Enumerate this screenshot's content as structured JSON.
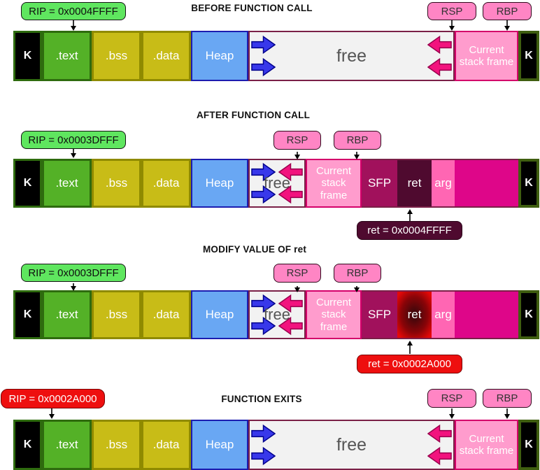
{
  "colors": {
    "rip_green": "#5fe65f",
    "register_pink": "#ff85c4",
    "ret_dark": "#4f0a2f",
    "alert_red": "#ee0f0f",
    "text_green": "#54b127",
    "bss_yellow": "#c8bc17",
    "heap_blue": "#69a7f3",
    "free_gray": "#f2f2f2",
    "stack_pink": "#ff9ccd",
    "sfp_magenta": "#a1115c",
    "arg_pink": "#ff66b3",
    "filler_magenta": "#de0689",
    "blue_arrow": "#3838ea",
    "pink_arrow": "#f2137e"
  },
  "sections": [
    {
      "title": "BEFORE FUNCTION CALL",
      "rip_label": "RIP = 0x0004FFFF",
      "rsp_label": "RSP",
      "rbp_label": "RBP",
      "segments": [
        {
          "kind": "kernel",
          "name": "kernel",
          "label": "K"
        },
        {
          "kind": "text",
          "name": "text",
          "label": ".text"
        },
        {
          "kind": "bss",
          "name": "bss",
          "label": ".bss"
        },
        {
          "kind": "data",
          "name": "data",
          "label": ".data"
        },
        {
          "kind": "heap",
          "name": "heap",
          "label": "Heap"
        },
        {
          "kind": "free-large",
          "name": "free",
          "label": "free"
        },
        {
          "kind": "stack-large",
          "name": "current-stack-frame",
          "label": "Current stack frame"
        },
        {
          "kind": "kernel-end",
          "name": "kernel",
          "label": "K"
        }
      ]
    },
    {
      "title": "AFTER FUNCTION CALL",
      "rip_label": "RIP = 0x0003DFFF",
      "rsp_label": "RSP",
      "rbp_label": "RBP",
      "ret_label": "ret = 0x0004FFFF",
      "segments": [
        {
          "kind": "kernel",
          "name": "kernel",
          "label": "K"
        },
        {
          "kind": "text",
          "name": "text",
          "label": ".text"
        },
        {
          "kind": "bss",
          "name": "bss",
          "label": ".bss"
        },
        {
          "kind": "data",
          "name": "data",
          "label": ".data"
        },
        {
          "kind": "heap",
          "name": "heap",
          "label": "Heap"
        },
        {
          "kind": "free-small",
          "name": "free",
          "label": "free"
        },
        {
          "kind": "stack-small",
          "name": "current-stack-frame",
          "label": "Current stack frame"
        },
        {
          "kind": "sfp",
          "name": "sfp",
          "label": "SFP"
        },
        {
          "kind": "ret",
          "name": "ret",
          "label": "ret"
        },
        {
          "kind": "arg",
          "name": "arg",
          "label": "arg"
        },
        {
          "kind": "filler",
          "name": "caller-stack",
          "label": ""
        },
        {
          "kind": "kernel-end",
          "name": "kernel",
          "label": "K"
        }
      ]
    },
    {
      "title": "MODIFY VALUE OF ret",
      "rip_label": "RIP = 0x0003DFFF",
      "rsp_label": "RSP",
      "rbp_label": "RBP",
      "ret_label": "ret = 0x0002A000",
      "segments": [
        {
          "kind": "kernel",
          "name": "kernel",
          "label": "K"
        },
        {
          "kind": "text",
          "name": "text",
          "label": ".text"
        },
        {
          "kind": "bss",
          "name": "bss",
          "label": ".bss"
        },
        {
          "kind": "data",
          "name": "data",
          "label": ".data"
        },
        {
          "kind": "heap",
          "name": "heap",
          "label": "Heap"
        },
        {
          "kind": "free-small",
          "name": "free",
          "label": "free"
        },
        {
          "kind": "stack-small",
          "name": "current-stack-frame",
          "label": "Current stack frame"
        },
        {
          "kind": "sfp",
          "name": "sfp",
          "label": "SFP"
        },
        {
          "kind": "ret-hot",
          "name": "ret-modified",
          "label": "ret"
        },
        {
          "kind": "arg",
          "name": "arg",
          "label": "arg"
        },
        {
          "kind": "filler",
          "name": "caller-stack",
          "label": ""
        },
        {
          "kind": "kernel-end",
          "name": "kernel",
          "label": "K"
        }
      ]
    },
    {
      "title": "FUNCTION EXITS",
      "rip_label": "RIP = 0x0002A000",
      "rsp_label": "RSP",
      "rbp_label": "RBP",
      "segments": [
        {
          "kind": "kernel",
          "name": "kernel",
          "label": "K"
        },
        {
          "kind": "text",
          "name": "text",
          "label": ".text"
        },
        {
          "kind": "bss",
          "name": "bss",
          "label": ".bss"
        },
        {
          "kind": "data",
          "name": "data",
          "label": ".data"
        },
        {
          "kind": "heap",
          "name": "heap",
          "label": "Heap"
        },
        {
          "kind": "free-large",
          "name": "free",
          "label": "free"
        },
        {
          "kind": "stack-large",
          "name": "current-stack-frame",
          "label": "Current stack frame"
        },
        {
          "kind": "kernel-end",
          "name": "kernel",
          "label": "K"
        }
      ]
    }
  ]
}
